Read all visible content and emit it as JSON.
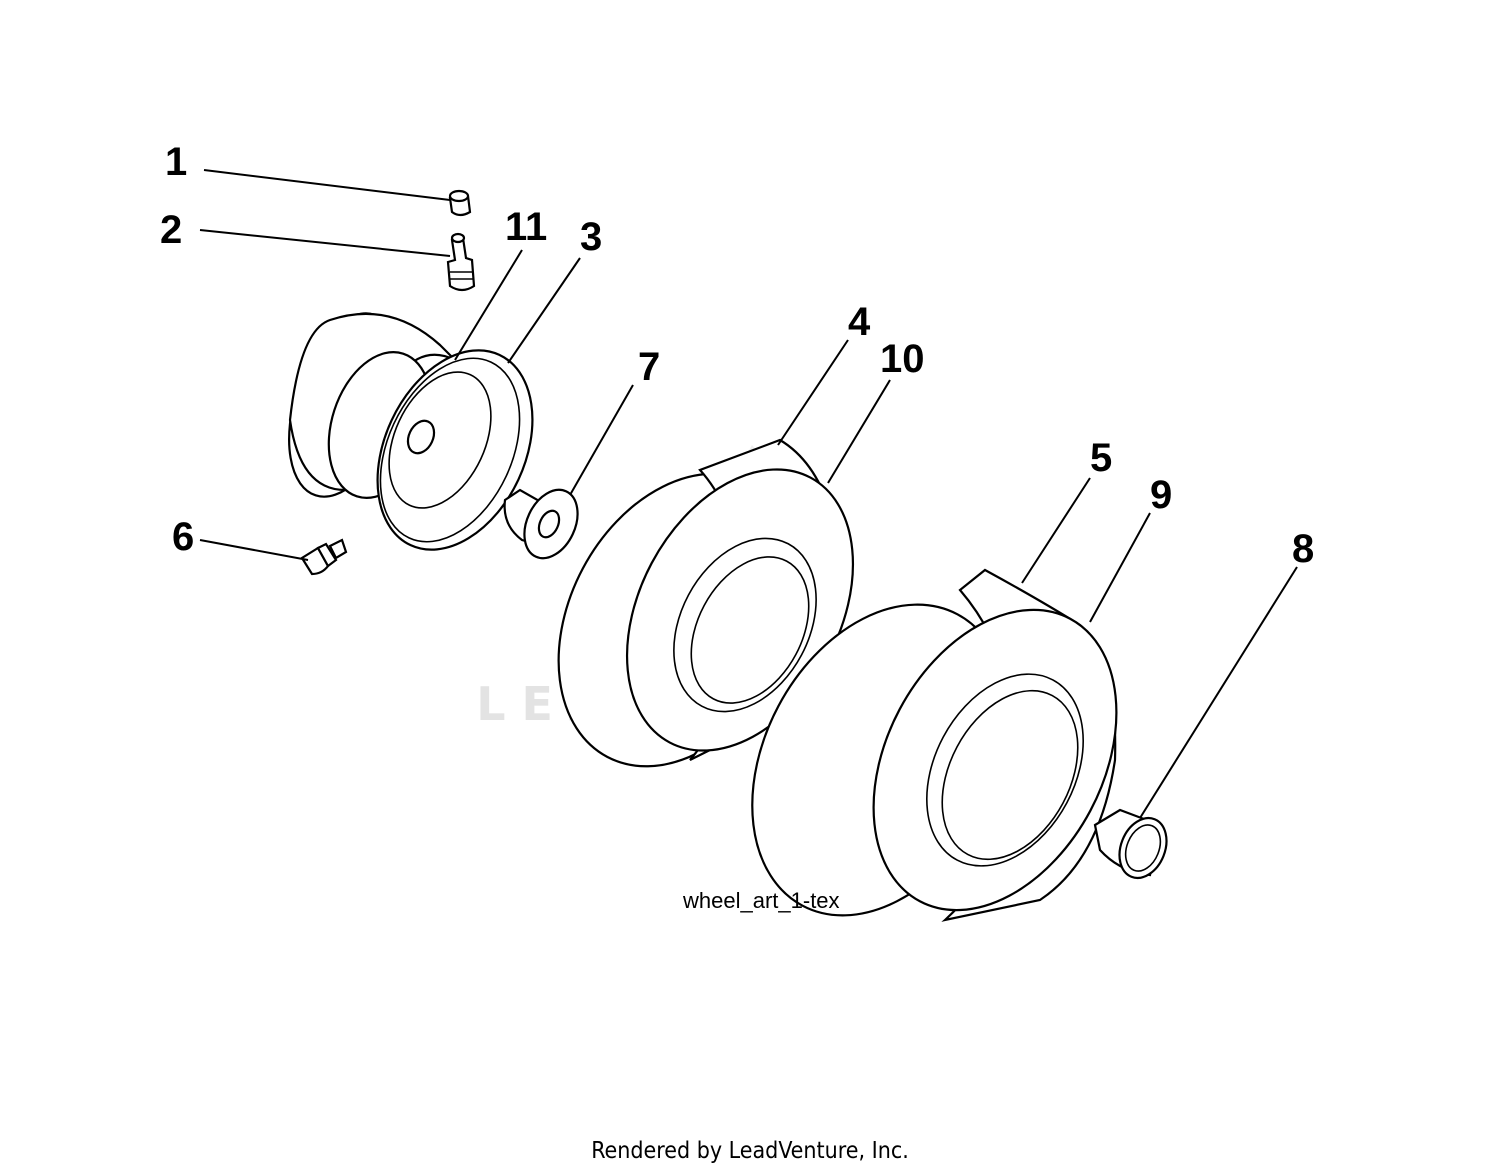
{
  "diagram": {
    "callouts": {
      "c1": "1",
      "c2": "2",
      "c3": "3",
      "c4": "4",
      "c5": "5",
      "c6": "6",
      "c7": "7",
      "c8": "8",
      "c9": "9",
      "c10": "10",
      "c11": "11"
    },
    "caption": "wheel_art_1-tex"
  },
  "watermark": {
    "brand": "LEADVENTURE"
  },
  "footer": {
    "text": "Rendered by LeadVenture, Inc."
  },
  "colors": {
    "background": "#ffffff",
    "line": "#000000",
    "watermark": "#e3e3e3"
  }
}
